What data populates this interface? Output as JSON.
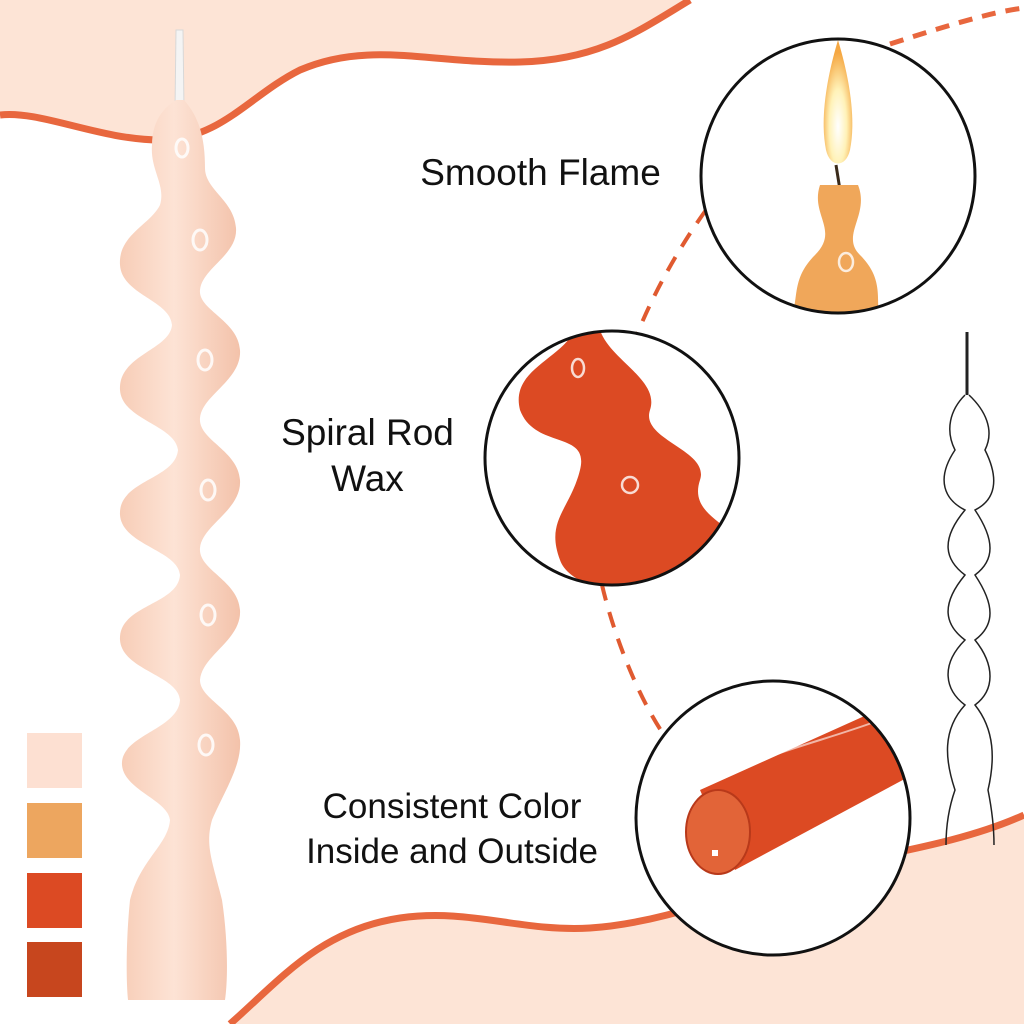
{
  "callouts": [
    {
      "label": "Smooth Flame"
    },
    {
      "label": "Spiral Rod\nWax"
    },
    {
      "label": "Consistent Color\nInside and Outside"
    }
  ],
  "swatches": [
    "#fde0d2",
    "#eda65f",
    "#dc4a23",
    "#c7461e"
  ],
  "colors": {
    "candle_body": "#fbd6c3",
    "accent_orange": "#e8673e",
    "background_peach": "#fde4d6",
    "outline": "#1a1a1a"
  },
  "icons": [
    "candle-photo",
    "flame-closeup",
    "spiral-closeup",
    "base-closeup",
    "candle-outline-drawing"
  ]
}
